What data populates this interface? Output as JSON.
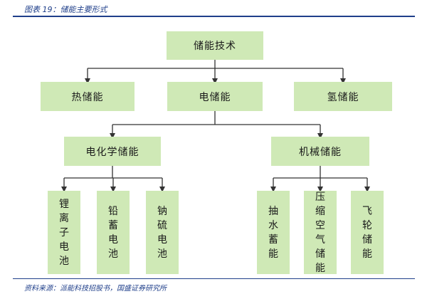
{
  "caption": "图表 19：储能主要形式",
  "source": "资料来源：派能科技招股书，国盛证券研究所",
  "colors": {
    "node_fill": "#cfe9b6",
    "line": "#333333",
    "caption": "#1f3f8a"
  },
  "tree": {
    "root": "储能技术",
    "level1": [
      "热储能",
      "电储能",
      "氢储能"
    ],
    "level2": [
      "电化学储能",
      "机械储能"
    ],
    "level3_electrochemical": [
      "锂离子电池",
      "铅蓄电池",
      "钠硫电池"
    ],
    "level3_mechanical": [
      "抽水蓄能",
      "压缩空气储能",
      "飞轮储能"
    ]
  }
}
